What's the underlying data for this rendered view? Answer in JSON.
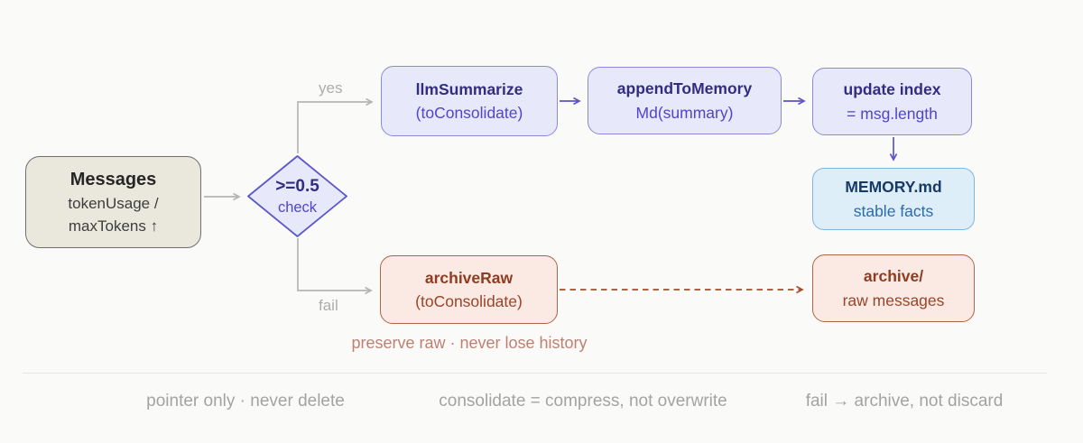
{
  "diagram": {
    "nodes": {
      "messages": {
        "title": "Messages",
        "line2": "tokenUsage /",
        "line3": "maxTokens ↑"
      },
      "decision": {
        "title": ">=0.5",
        "subtitle": "check"
      },
      "llm_summarize": {
        "title": "llmSummarize",
        "subtitle": "(toConsolidate)"
      },
      "append_to_memory": {
        "title": "appendToMemory",
        "subtitle": "Md(summary)"
      },
      "update_index": {
        "title": "update index",
        "subtitle": "= msg.length"
      },
      "memory_md": {
        "title": "MEMORY.md",
        "subtitle": "stable facts"
      },
      "archive_raw": {
        "title": "archiveRaw",
        "subtitle": "(toConsolidate)"
      },
      "archive_dir": {
        "title": "archive/",
        "subtitle": "raw messages"
      }
    },
    "edge_labels": {
      "yes": "yes",
      "fail": "fail"
    },
    "caption": "preserve raw · never lose history",
    "footnotes": [
      "pointer only · never delete",
      "consolidate = compress, not overwrite",
      "fail → archive, not discard"
    ],
    "colors": {
      "background": "#FAFAF8",
      "purple_fill": "#E8E8FB",
      "purple_border": "#8B89DD",
      "diamond_border": "#5B58C8",
      "purple_title": "#312E81",
      "purple_text": "#4F46C8",
      "purple_line": "#5B54C9",
      "blue_fill": "#DDEEF9",
      "blue_border": "#82B5DC",
      "blue_title": "#173A67",
      "blue_text": "#2A6CAB",
      "rust_fill": "#FAEAE3",
      "rust_border": "#AE6448",
      "rust_title": "#8E3C22",
      "rust_text": "#9A4429",
      "rust_line": "#A34D2D",
      "beige_fill": "#EAE7DD",
      "beige_border": "#6F6F6F",
      "dark_title": "#262626",
      "dark_text": "#3D3D3D",
      "gray_line": "#B5B5B5",
      "gray_label": "#ADADAD",
      "footnote_gray": "#A3A3A3",
      "caption_rose": "#BD8174",
      "divider": "#E4E4E4"
    }
  }
}
